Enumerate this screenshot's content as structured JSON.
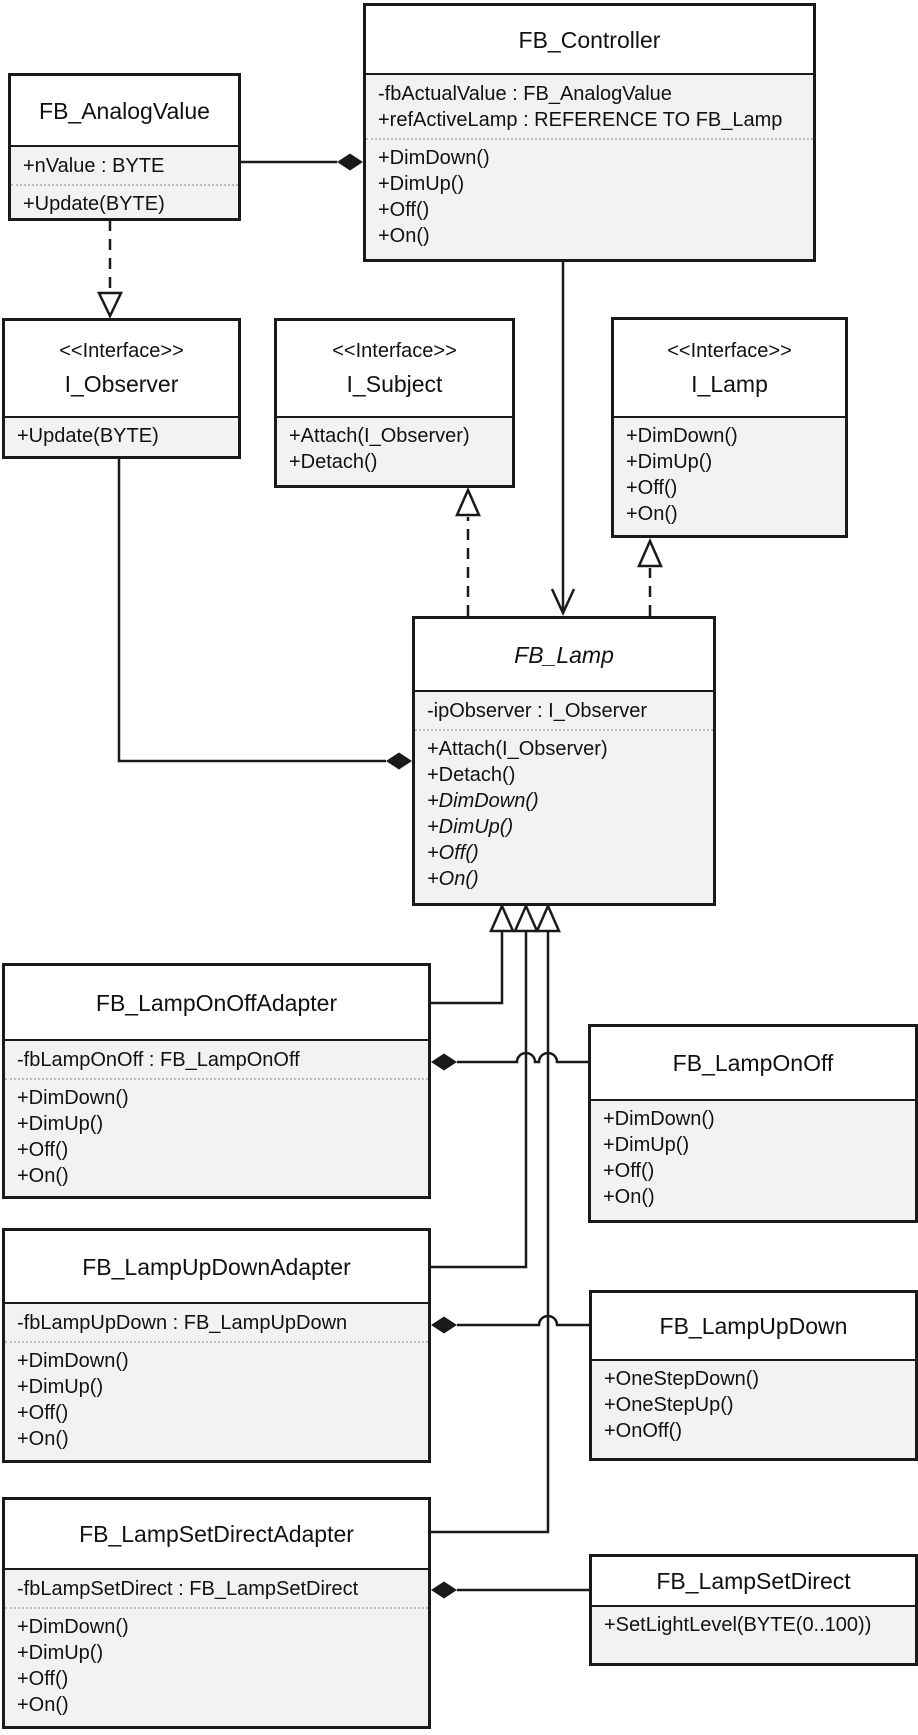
{
  "diagram": {
    "background_color": "#ffffff",
    "border_color": "#1a1a1a",
    "compartment_fill": "#f2f2f2",
    "title_fill": "#ffffff",
    "classes": {
      "fb_analog_value": {
        "title": "FB_AnalogValue",
        "attributes": [
          "+nValue : BYTE"
        ],
        "methods": [
          "+Update(BYTE)"
        ]
      },
      "fb_controller": {
        "title": "FB_Controller",
        "attributes": [
          "-fbActualValue : FB_AnalogValue",
          "+refActiveLamp : REFERENCE TO FB_Lamp"
        ],
        "methods": [
          "+DimDown()",
          "+DimUp()",
          "+Off()",
          "+On()"
        ]
      },
      "i_observer": {
        "stereotype": "<<Interface>>",
        "title": "I_Observer",
        "methods": [
          "+Update(BYTE)"
        ]
      },
      "i_subject": {
        "stereotype": "<<Interface>>",
        "title": "I_Subject",
        "methods": [
          "+Attach(I_Observer)",
          "+Detach()"
        ]
      },
      "i_lamp": {
        "stereotype": "<<Interface>>",
        "title": "I_Lamp",
        "methods": [
          "+DimDown()",
          "+DimUp()",
          "+Off()",
          "+On()"
        ]
      },
      "fb_lamp": {
        "title": "FB_Lamp",
        "abstract": true,
        "attributes": [
          "-ipObserver : I_Observer"
        ],
        "methods": [
          "+Attach(I_Observer)",
          "+Detach()",
          "+DimDown()",
          "+DimUp()",
          "+Off()",
          "+On()"
        ],
        "abstract_methods": [
          "+DimDown()",
          "+DimUp()",
          "+Off()",
          "+On()"
        ]
      },
      "fb_lamp_on_off_adapter": {
        "title": "FB_LampOnOffAdapter",
        "attributes": [
          "-fbLampOnOff : FB_LampOnOff"
        ],
        "methods": [
          "+DimDown()",
          "+DimUp()",
          "+Off()",
          "+On()"
        ]
      },
      "fb_lamp_on_off": {
        "title": "FB_LampOnOff",
        "methods": [
          "+DimDown()",
          "+DimUp()",
          "+Off()",
          "+On()"
        ]
      },
      "fb_lamp_up_down_adapter": {
        "title": "FB_LampUpDownAdapter",
        "attributes": [
          "-fbLampUpDown : FB_LampUpDown"
        ],
        "methods": [
          "+DimDown()",
          "+DimUp()",
          "+Off()",
          "+On()"
        ]
      },
      "fb_lamp_up_down": {
        "title": "FB_LampUpDown",
        "methods": [
          "+OneStepDown()",
          "+OneStepUp()",
          "+OnOff()"
        ]
      },
      "fb_lamp_set_direct_adapter": {
        "title": "FB_LampSetDirectAdapter",
        "attributes": [
          "-fbLampSetDirect : FB_LampSetDirect"
        ],
        "methods": [
          "+DimDown()",
          "+DimUp()",
          "+Off()",
          "+On()"
        ]
      },
      "fb_lamp_set_direct": {
        "title": "FB_LampSetDirect",
        "methods": [
          "+SetLightLevel(BYTE(0..100))"
        ]
      }
    },
    "relationships": [
      {
        "type": "composition",
        "whole": "FB_Controller",
        "part": "FB_AnalogValue"
      },
      {
        "type": "realization",
        "from": "FB_AnalogValue",
        "to": "I_Observer"
      },
      {
        "type": "composition",
        "whole": "FB_Lamp",
        "part": "I_Observer"
      },
      {
        "type": "directed-association",
        "from": "FB_Controller",
        "to": "FB_Lamp"
      },
      {
        "type": "realization",
        "from": "FB_Lamp",
        "to": "I_Subject"
      },
      {
        "type": "realization",
        "from": "FB_Lamp",
        "to": "I_Lamp"
      },
      {
        "type": "generalization",
        "from": "FB_LampOnOffAdapter",
        "to": "FB_Lamp"
      },
      {
        "type": "generalization",
        "from": "FB_LampUpDownAdapter",
        "to": "FB_Lamp"
      },
      {
        "type": "generalization",
        "from": "FB_LampSetDirectAdapter",
        "to": "FB_Lamp"
      },
      {
        "type": "composition",
        "whole": "FB_LampOnOffAdapter",
        "part": "FB_LampOnOff"
      },
      {
        "type": "composition",
        "whole": "FB_LampUpDownAdapter",
        "part": "FB_LampUpDown"
      },
      {
        "type": "composition",
        "whole": "FB_LampSetDirectAdapter",
        "part": "FB_LampSetDirect"
      }
    ]
  }
}
